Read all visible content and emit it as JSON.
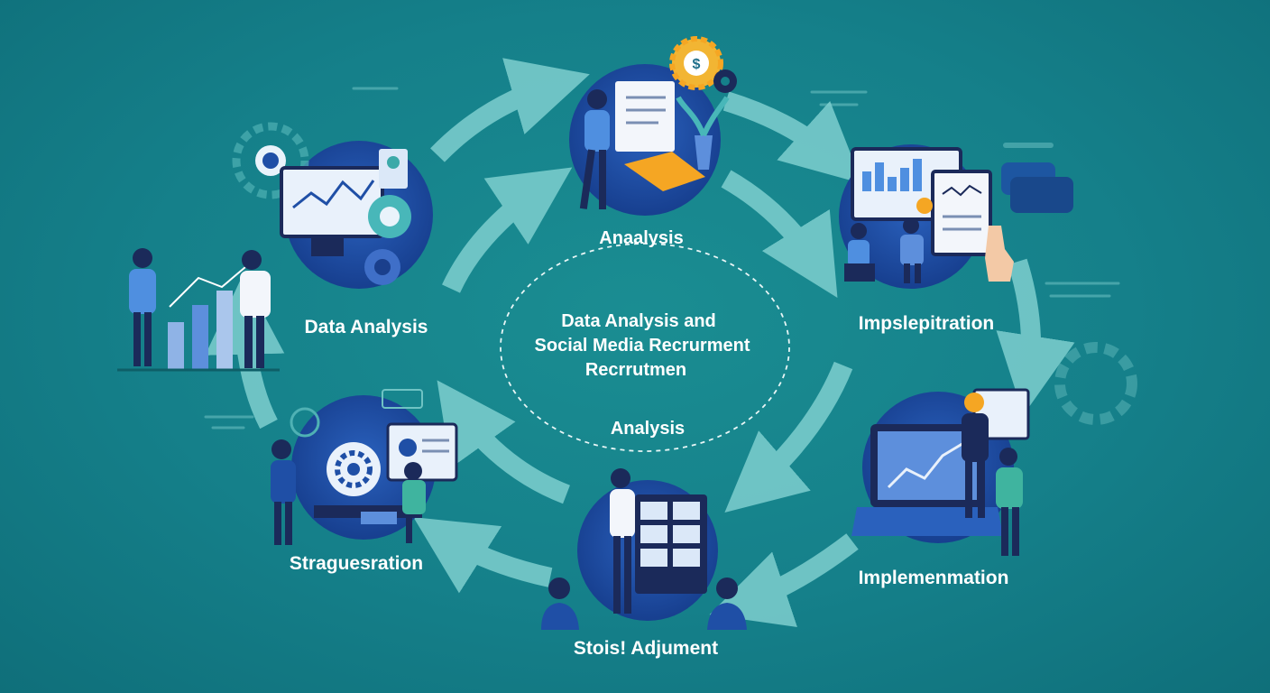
{
  "center": {
    "top_label": "Anaalysis",
    "title_line1": "Data Analysis  and",
    "title_line2": "Social Media Recrurment",
    "title_line3": "Recrrutmen",
    "bottom_label": "Analysis"
  },
  "steps": [
    {
      "id": "data-analysis",
      "label": "Data Analysis"
    },
    {
      "id": "top",
      "label": ""
    },
    {
      "id": "impsleptration",
      "label": "Impslepitration"
    },
    {
      "id": "implementation",
      "label": "Implemenmation"
    },
    {
      "id": "adjustment",
      "label": "Stois! Adjument"
    },
    {
      "id": "strategisation",
      "label": "Straguesration"
    }
  ],
  "colors": {
    "background": "#15808a",
    "arrow": "#7ecfcf",
    "circle": "#1f4fa6",
    "circle_dark": "#1a3f8c",
    "accent_blue": "#4f8fe0",
    "accent_orange": "#f5a623",
    "accent_gold": "#f2b533",
    "person_dark": "#1b2a5a"
  },
  "icons": [
    "gear-icon",
    "dollar-gear-icon",
    "line-chart-icon",
    "bar-chart-icon",
    "document-icon",
    "plant-icon",
    "person-icon",
    "laptop-icon",
    "hand-icon",
    "chat-bubble-icon"
  ]
}
